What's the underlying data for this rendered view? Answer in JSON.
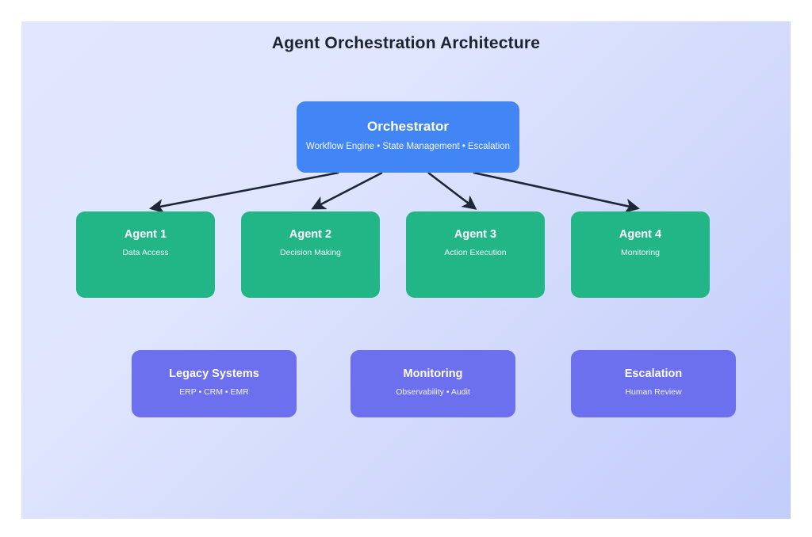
{
  "diagram": {
    "title": "Agent Orchestration Architecture",
    "background_start_color": "#e2e7fe",
    "background_end_color": "#c3cdfb",
    "connector_color": "#1d2735"
  },
  "nodes": {
    "orchestrator": {
      "title": "Orchestrator",
      "subtitle": "Workflow Engine • State Management • Escalation",
      "color": "#4285f4"
    },
    "agents": [
      {
        "title": "Agent 1",
        "subtitle": "Data Access",
        "color": "#22b585"
      },
      {
        "title": "Agent 2",
        "subtitle": "Decision Making",
        "color": "#22b585"
      },
      {
        "title": "Agent 3",
        "subtitle": "Action Execution",
        "color": "#22b585"
      },
      {
        "title": "Agent 4",
        "subtitle": "Monitoring",
        "color": "#22b585"
      }
    ],
    "support": [
      {
        "title": "Legacy Systems",
        "subtitle": "ERP • CRM • EMR",
        "color": "#6c70ee"
      },
      {
        "title": "Monitoring",
        "subtitle": "Observability • Audit",
        "color": "#6c70ee"
      },
      {
        "title": "Escalation",
        "subtitle": "Human Review",
        "color": "#6c70ee"
      }
    ]
  }
}
